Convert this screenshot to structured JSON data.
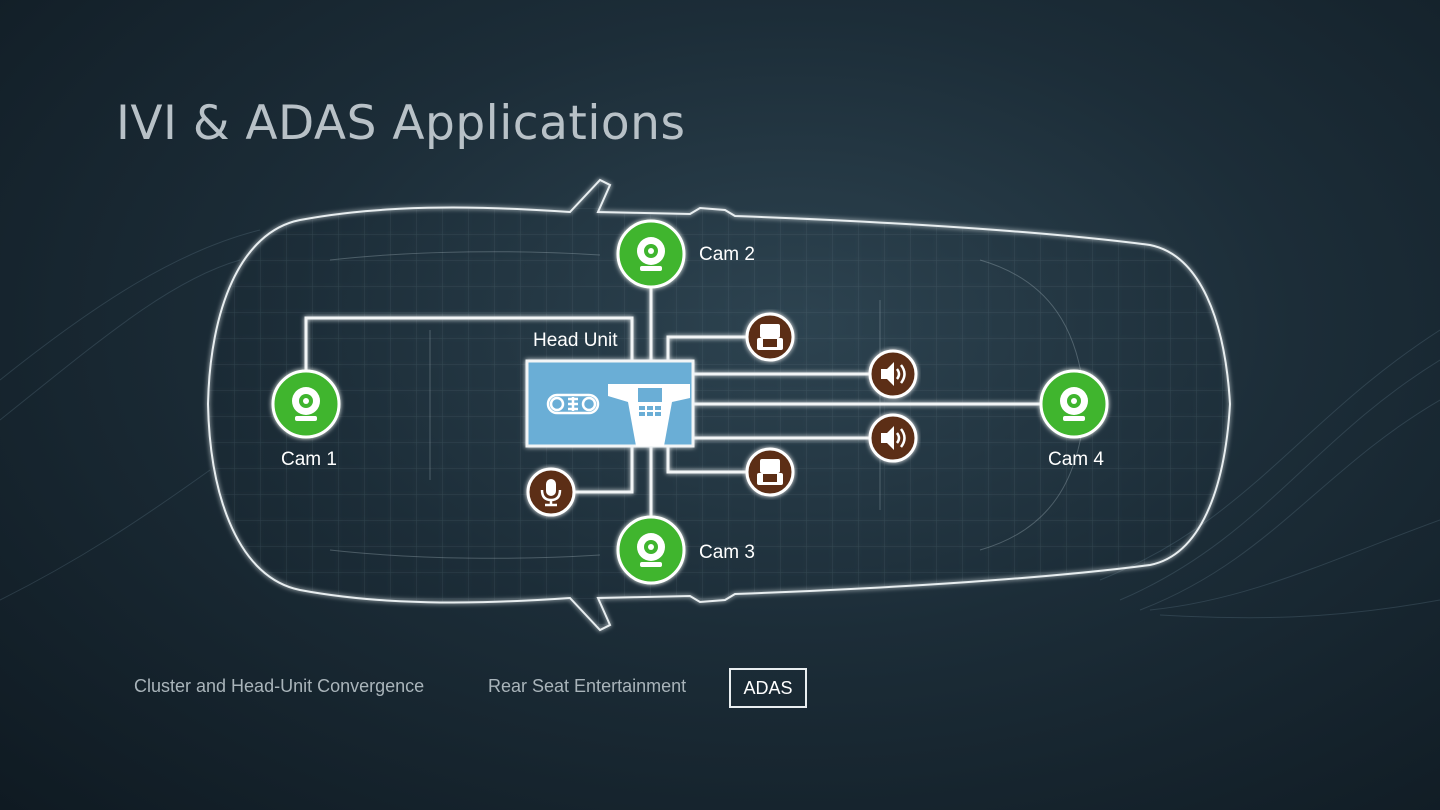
{
  "title": "IVI & ADAS Applications",
  "head_unit": {
    "label": "Head Unit",
    "color": "#6aaed6"
  },
  "cameras": [
    {
      "label": "Cam 1"
    },
    {
      "label": "Cam 2"
    },
    {
      "label": "Cam 3"
    },
    {
      "label": "Cam 4"
    }
  ],
  "colors": {
    "camera": "#3fb52e",
    "peripheral": "#5b2d14",
    "line": "#f2f5f6"
  },
  "tabs": [
    {
      "label": "Cluster and Head-Unit Convergence",
      "active": false
    },
    {
      "label": "Rear Seat Entertainment",
      "active": false
    },
    {
      "label": "ADAS",
      "active": true
    }
  ]
}
